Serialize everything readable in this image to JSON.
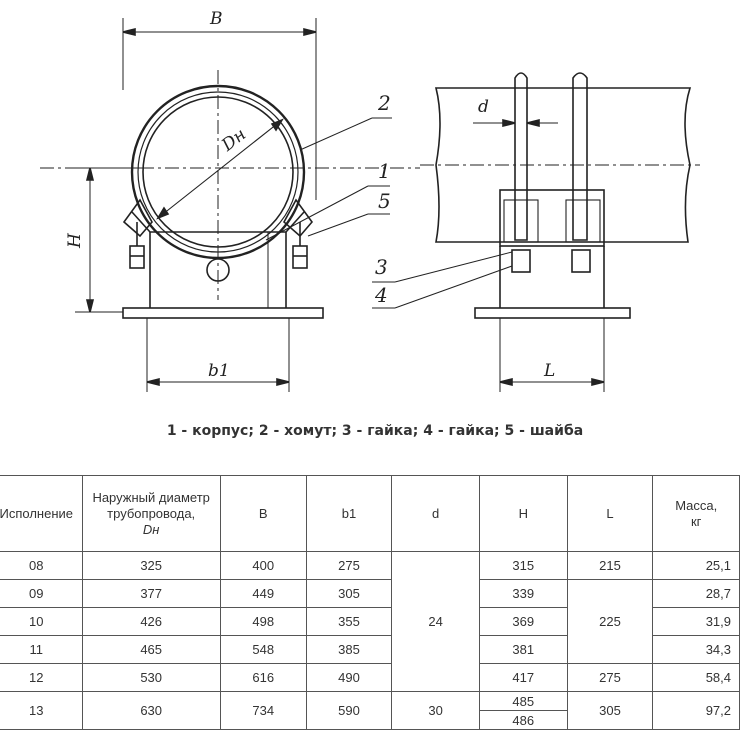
{
  "drawing": {
    "dimension_labels": {
      "B": "B",
      "Dn": "Dн",
      "H": "H",
      "b1": "b1",
      "d": "d",
      "L": "L"
    },
    "callouts": [
      "1",
      "2",
      "3",
      "4",
      "5"
    ]
  },
  "legend": "1 - корпус; 2 - хомут; 3 - гайка; 4 - гайка; 5 - шайба",
  "table": {
    "headers": {
      "variant": "Исполнение",
      "dn_line1": "Наружный диаметр",
      "dn_line2": "трубопровода,",
      "dn_line3": "Dн",
      "B": "B",
      "b1": "b1",
      "d": "d",
      "H": "H",
      "L": "L",
      "mass_line1": "Масса,",
      "mass_line2": "кг"
    },
    "rows": [
      {
        "variant": "08",
        "dn": "325",
        "B": "400",
        "b1": "275",
        "H": "315",
        "mass": "25,1"
      },
      {
        "variant": "09",
        "dn": "377",
        "B": "449",
        "b1": "305",
        "H": "339",
        "mass": "28,7"
      },
      {
        "variant": "10",
        "dn": "426",
        "B": "498",
        "b1": "355",
        "H": "369",
        "mass": "31,9"
      },
      {
        "variant": "11",
        "dn": "465",
        "B": "548",
        "b1": "385",
        "H": "381",
        "mass": "34,3"
      },
      {
        "variant": "12",
        "dn": "530",
        "B": "616",
        "b1": "490",
        "H": "417",
        "mass": "58,4"
      },
      {
        "variant": "13",
        "dn": "630",
        "B": "734",
        "b1": "590",
        "H1": "485",
        "H2": "486",
        "mass": "97,2"
      }
    ],
    "d_values": {
      "group_08_12": "24",
      "row_13": "30"
    },
    "L_values": {
      "row_08": "215",
      "group_09_11": "225",
      "row_12": "275",
      "row_13": "305"
    }
  }
}
